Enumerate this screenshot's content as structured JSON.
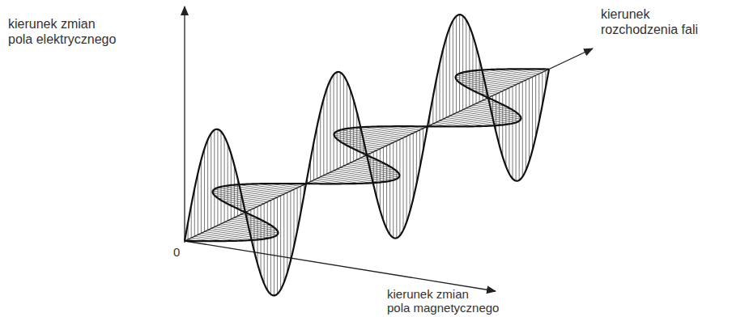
{
  "diagram": {
    "labels": [
      "kierunek zmian pola elektrycznego",
      "kierunek rozchodzenia fali",
      "0",
      "kierunek zmian pola magnetycznego"
    ]
  }
}
